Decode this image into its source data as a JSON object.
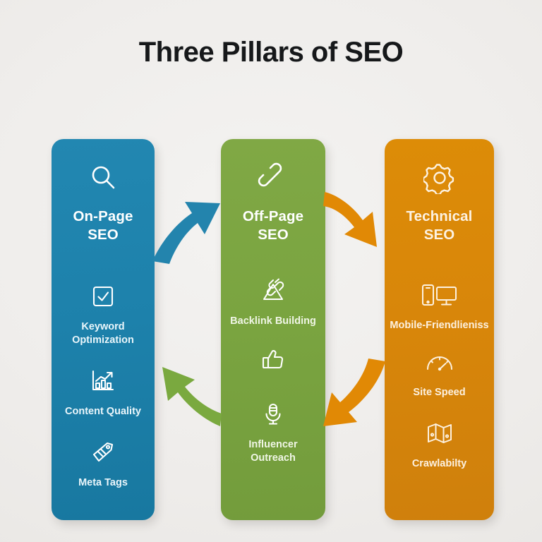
{
  "title": "Three Pillars of SEO",
  "background_color": "#efedeb",
  "pillars": [
    {
      "id": "on-page",
      "name": "On-Page SEO",
      "title_line1": "On-Page",
      "title_line2": "SEO",
      "color": "#1d81ab",
      "header_icon": "magnifier-icon",
      "features": [
        {
          "label": "Keyword Optimization",
          "icon": "checkbox-check-icon"
        },
        {
          "label": "Content Quality",
          "icon": "bar-chart-growth-icon"
        },
        {
          "label": "Meta Tags",
          "icon": "price-tags-icon"
        }
      ]
    },
    {
      "id": "off-page",
      "name": "Off-Page SEO",
      "title_line1": "Off-Page",
      "title_line2": "SEO",
      "color": "#7aa440",
      "header_icon": "chain-link-icon",
      "features": [
        {
          "label": "Backlink Building",
          "icon": "backlink-pyramid-icon"
        },
        {
          "label": "",
          "icon": "thumbs-up-icon"
        },
        {
          "label": "Influencer Outreach",
          "icon": "microphone-icon"
        }
      ]
    },
    {
      "id": "technical",
      "name": "Technical SEO",
      "title_line1": "Technical",
      "title_line2": "SEO",
      "color": "#d8860a",
      "header_icon": "gear-icon",
      "features": [
        {
          "label": "Mobile-Friendlieniss",
          "icon": "mobile-desktop-icon"
        },
        {
          "label": "Site Speed",
          "icon": "speedometer-icon"
        },
        {
          "label": "Crawlabilty",
          "icon": "folded-map-icon"
        }
      ]
    }
  ],
  "arrows": [
    {
      "name": "arrow-on-page-to-off-page",
      "color": "#2384ad",
      "direction": "up-right"
    },
    {
      "name": "arrow-off-page-to-technical",
      "color": "#e18905",
      "direction": "down-right"
    },
    {
      "name": "arrow-off-page-to-on-page",
      "color": "#7aa93f",
      "direction": "up-left"
    },
    {
      "name": "arrow-technical-to-off-page",
      "color": "#e18905",
      "direction": "down-left"
    }
  ]
}
